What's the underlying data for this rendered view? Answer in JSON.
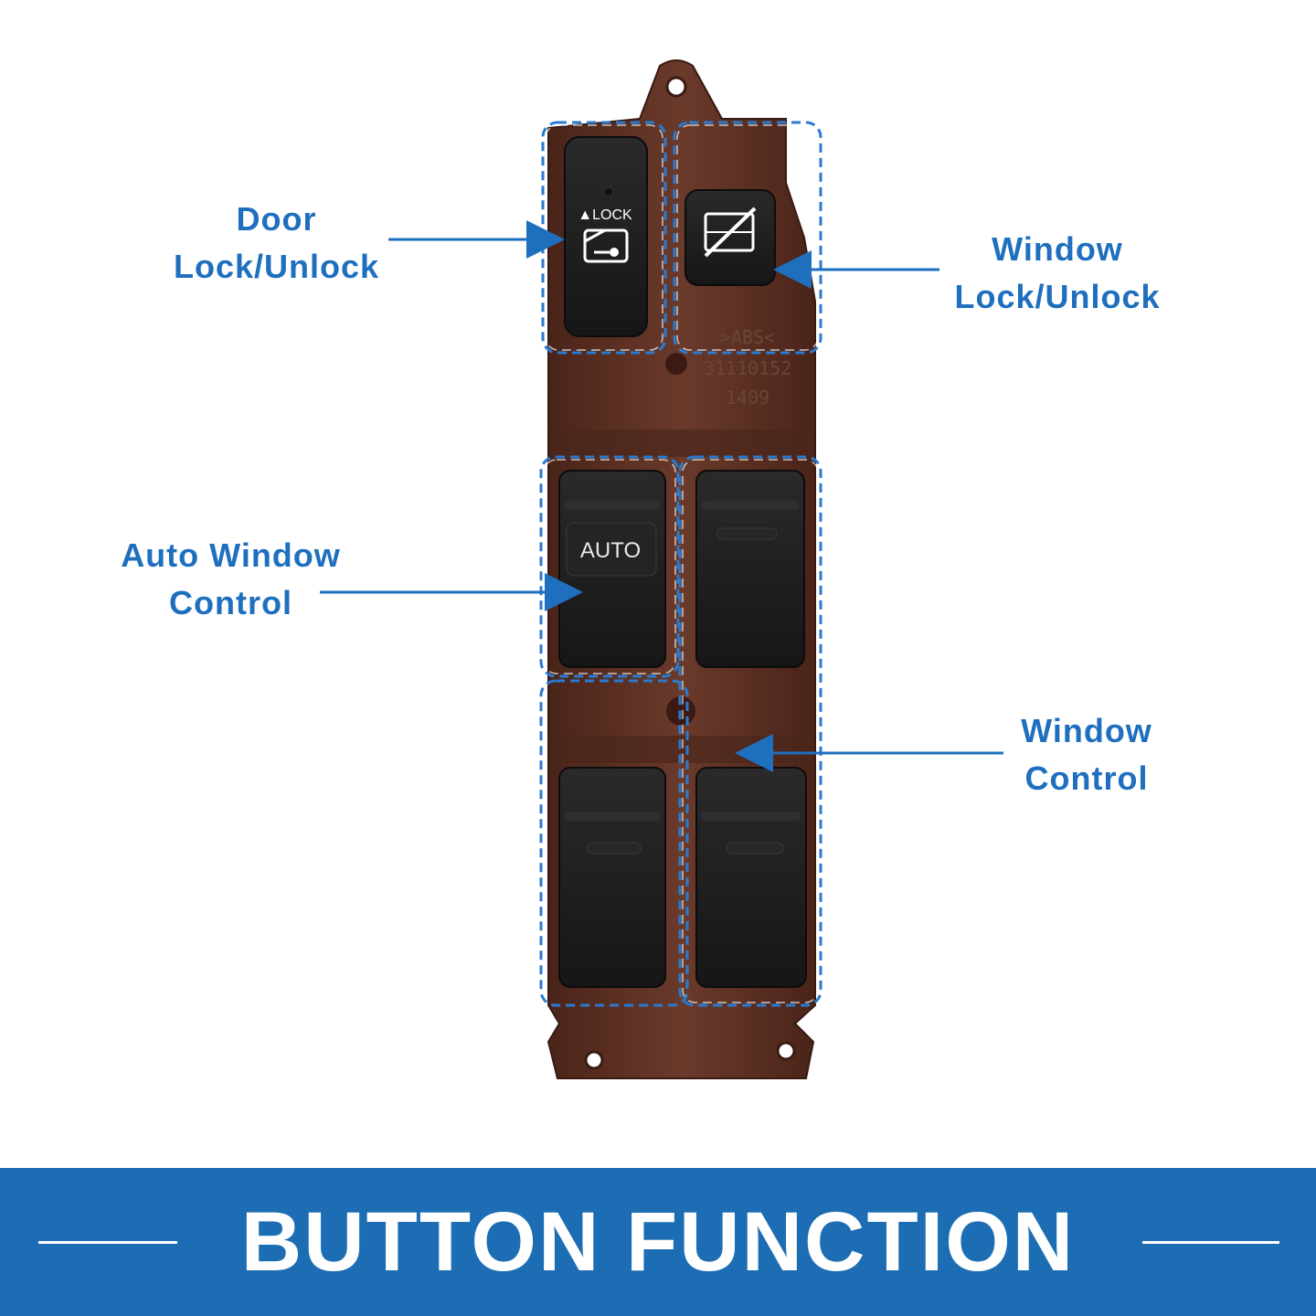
{
  "callouts": {
    "door_lock": {
      "line1": "Door",
      "line2": "Lock/Unlock"
    },
    "window_lock": {
      "line1": "Window",
      "line2": "Lock/Unlock"
    },
    "auto_window": {
      "line1": "Auto Window",
      "line2": "Control"
    },
    "window_control": {
      "line1": "Window",
      "line2": "Control"
    }
  },
  "switch_labels": {
    "lock": "▲LOCK",
    "auto": "AUTO",
    "abs_mark": ">ABS<",
    "part_number": "31110152",
    "date_code": "1409"
  },
  "banner": {
    "title": "BUTTON FUNCTION"
  },
  "colors": {
    "accent": "#1f6fbf",
    "banner": "#1c6db3",
    "housing": "#5a2f22",
    "button": "#1b1b1b"
  },
  "icons": [
    "door-key-icon",
    "window-lock-crossed-icon"
  ]
}
